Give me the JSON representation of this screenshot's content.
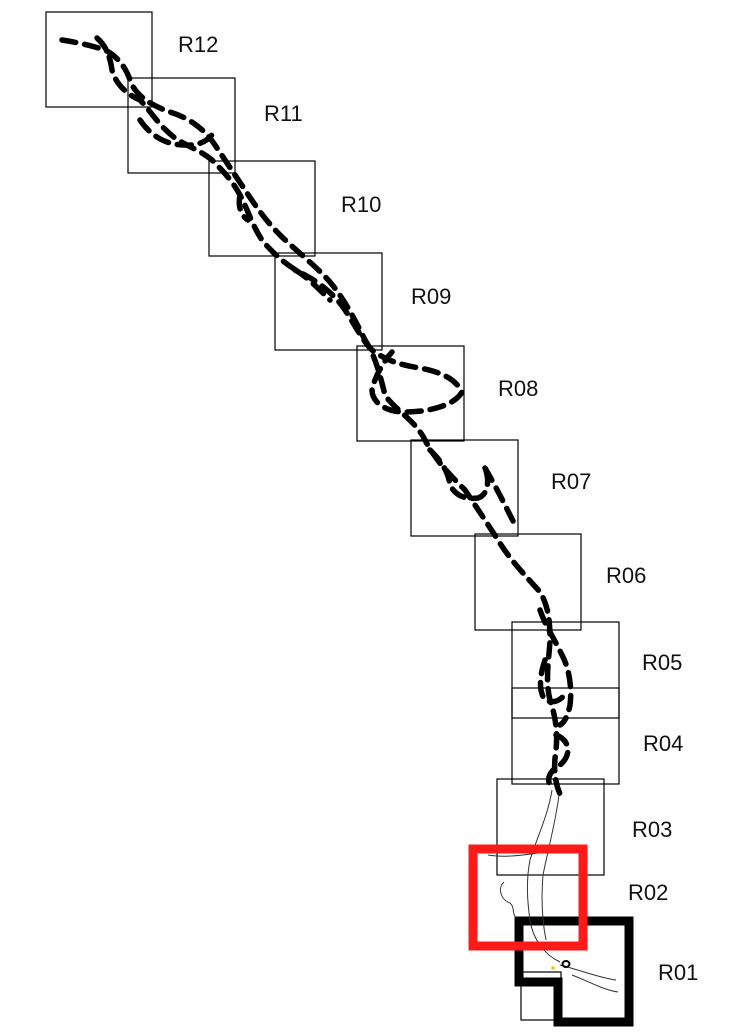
{
  "map": {
    "regions": [
      {
        "id": "R01",
        "label": "R01"
      },
      {
        "id": "R02",
        "label": "R02"
      },
      {
        "id": "R03",
        "label": "R03"
      },
      {
        "id": "R04",
        "label": "R04"
      },
      {
        "id": "R05",
        "label": "R05"
      },
      {
        "id": "R06",
        "label": "R06"
      },
      {
        "id": "R07",
        "label": "R07"
      },
      {
        "id": "R08",
        "label": "R08"
      },
      {
        "id": "R09",
        "label": "R09"
      },
      {
        "id": "R10",
        "label": "R10"
      },
      {
        "id": "R11",
        "label": "R11"
      },
      {
        "id": "R12",
        "label": "R12"
      }
    ],
    "colors": {
      "frame": "#000000",
      "highlight": "#ff1a1a",
      "trail": "#000000",
      "thin_line": "#333333",
      "marker": "#e8c800"
    }
  }
}
